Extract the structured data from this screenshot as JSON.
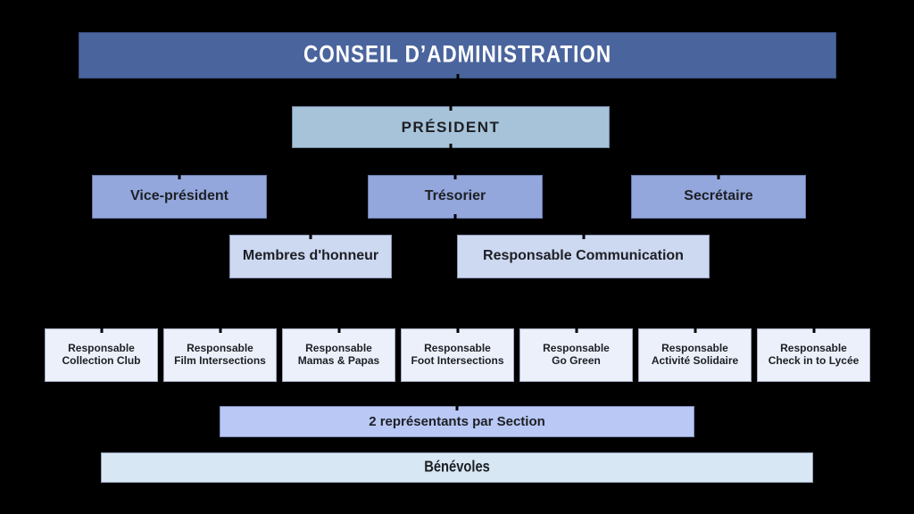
{
  "page": {
    "background": "#000000",
    "text_color": "#1d1f24"
  },
  "org_chart": {
    "title": {
      "label": "CONSEIL D’ADMINISTRATION",
      "bg": "#4a649d",
      "text_color": "#ffffff"
    },
    "president": {
      "label": "PRÉSIDENT",
      "bg": "#a6c3d9"
    },
    "officers_bg": "#93a7dd",
    "officers": [
      {
        "label": "Vice-président"
      },
      {
        "label": "Trésorier"
      },
      {
        "label": "Secrétaire"
      }
    ],
    "level3_bg": "#cdd8f1",
    "level3": [
      {
        "label": "Membres d'honneur"
      },
      {
        "label": "Responsable Communication"
      }
    ],
    "responsables_bg": "#ecf0fa",
    "responsables": [
      {
        "line1": "Responsable",
        "line2": "Collection Club"
      },
      {
        "line1": "Responsable",
        "line2": "Film Intersections"
      },
      {
        "line1": "Responsable",
        "line2": "Mamas & Papas"
      },
      {
        "line1": "Responsable",
        "line2": "Foot Intersections"
      },
      {
        "line1": "Responsable",
        "line2": "Go Green"
      },
      {
        "line1": "Responsable",
        "line2": "Activité Solidaire"
      },
      {
        "line1": "Responsable",
        "line2": "Check in to Lycée"
      }
    ],
    "representatives": {
      "label": "2 représentants par Section",
      "bg": "#b9c8f5"
    },
    "volunteers": {
      "label": "Bénévoles",
      "bg": "#d7e7f4"
    }
  }
}
